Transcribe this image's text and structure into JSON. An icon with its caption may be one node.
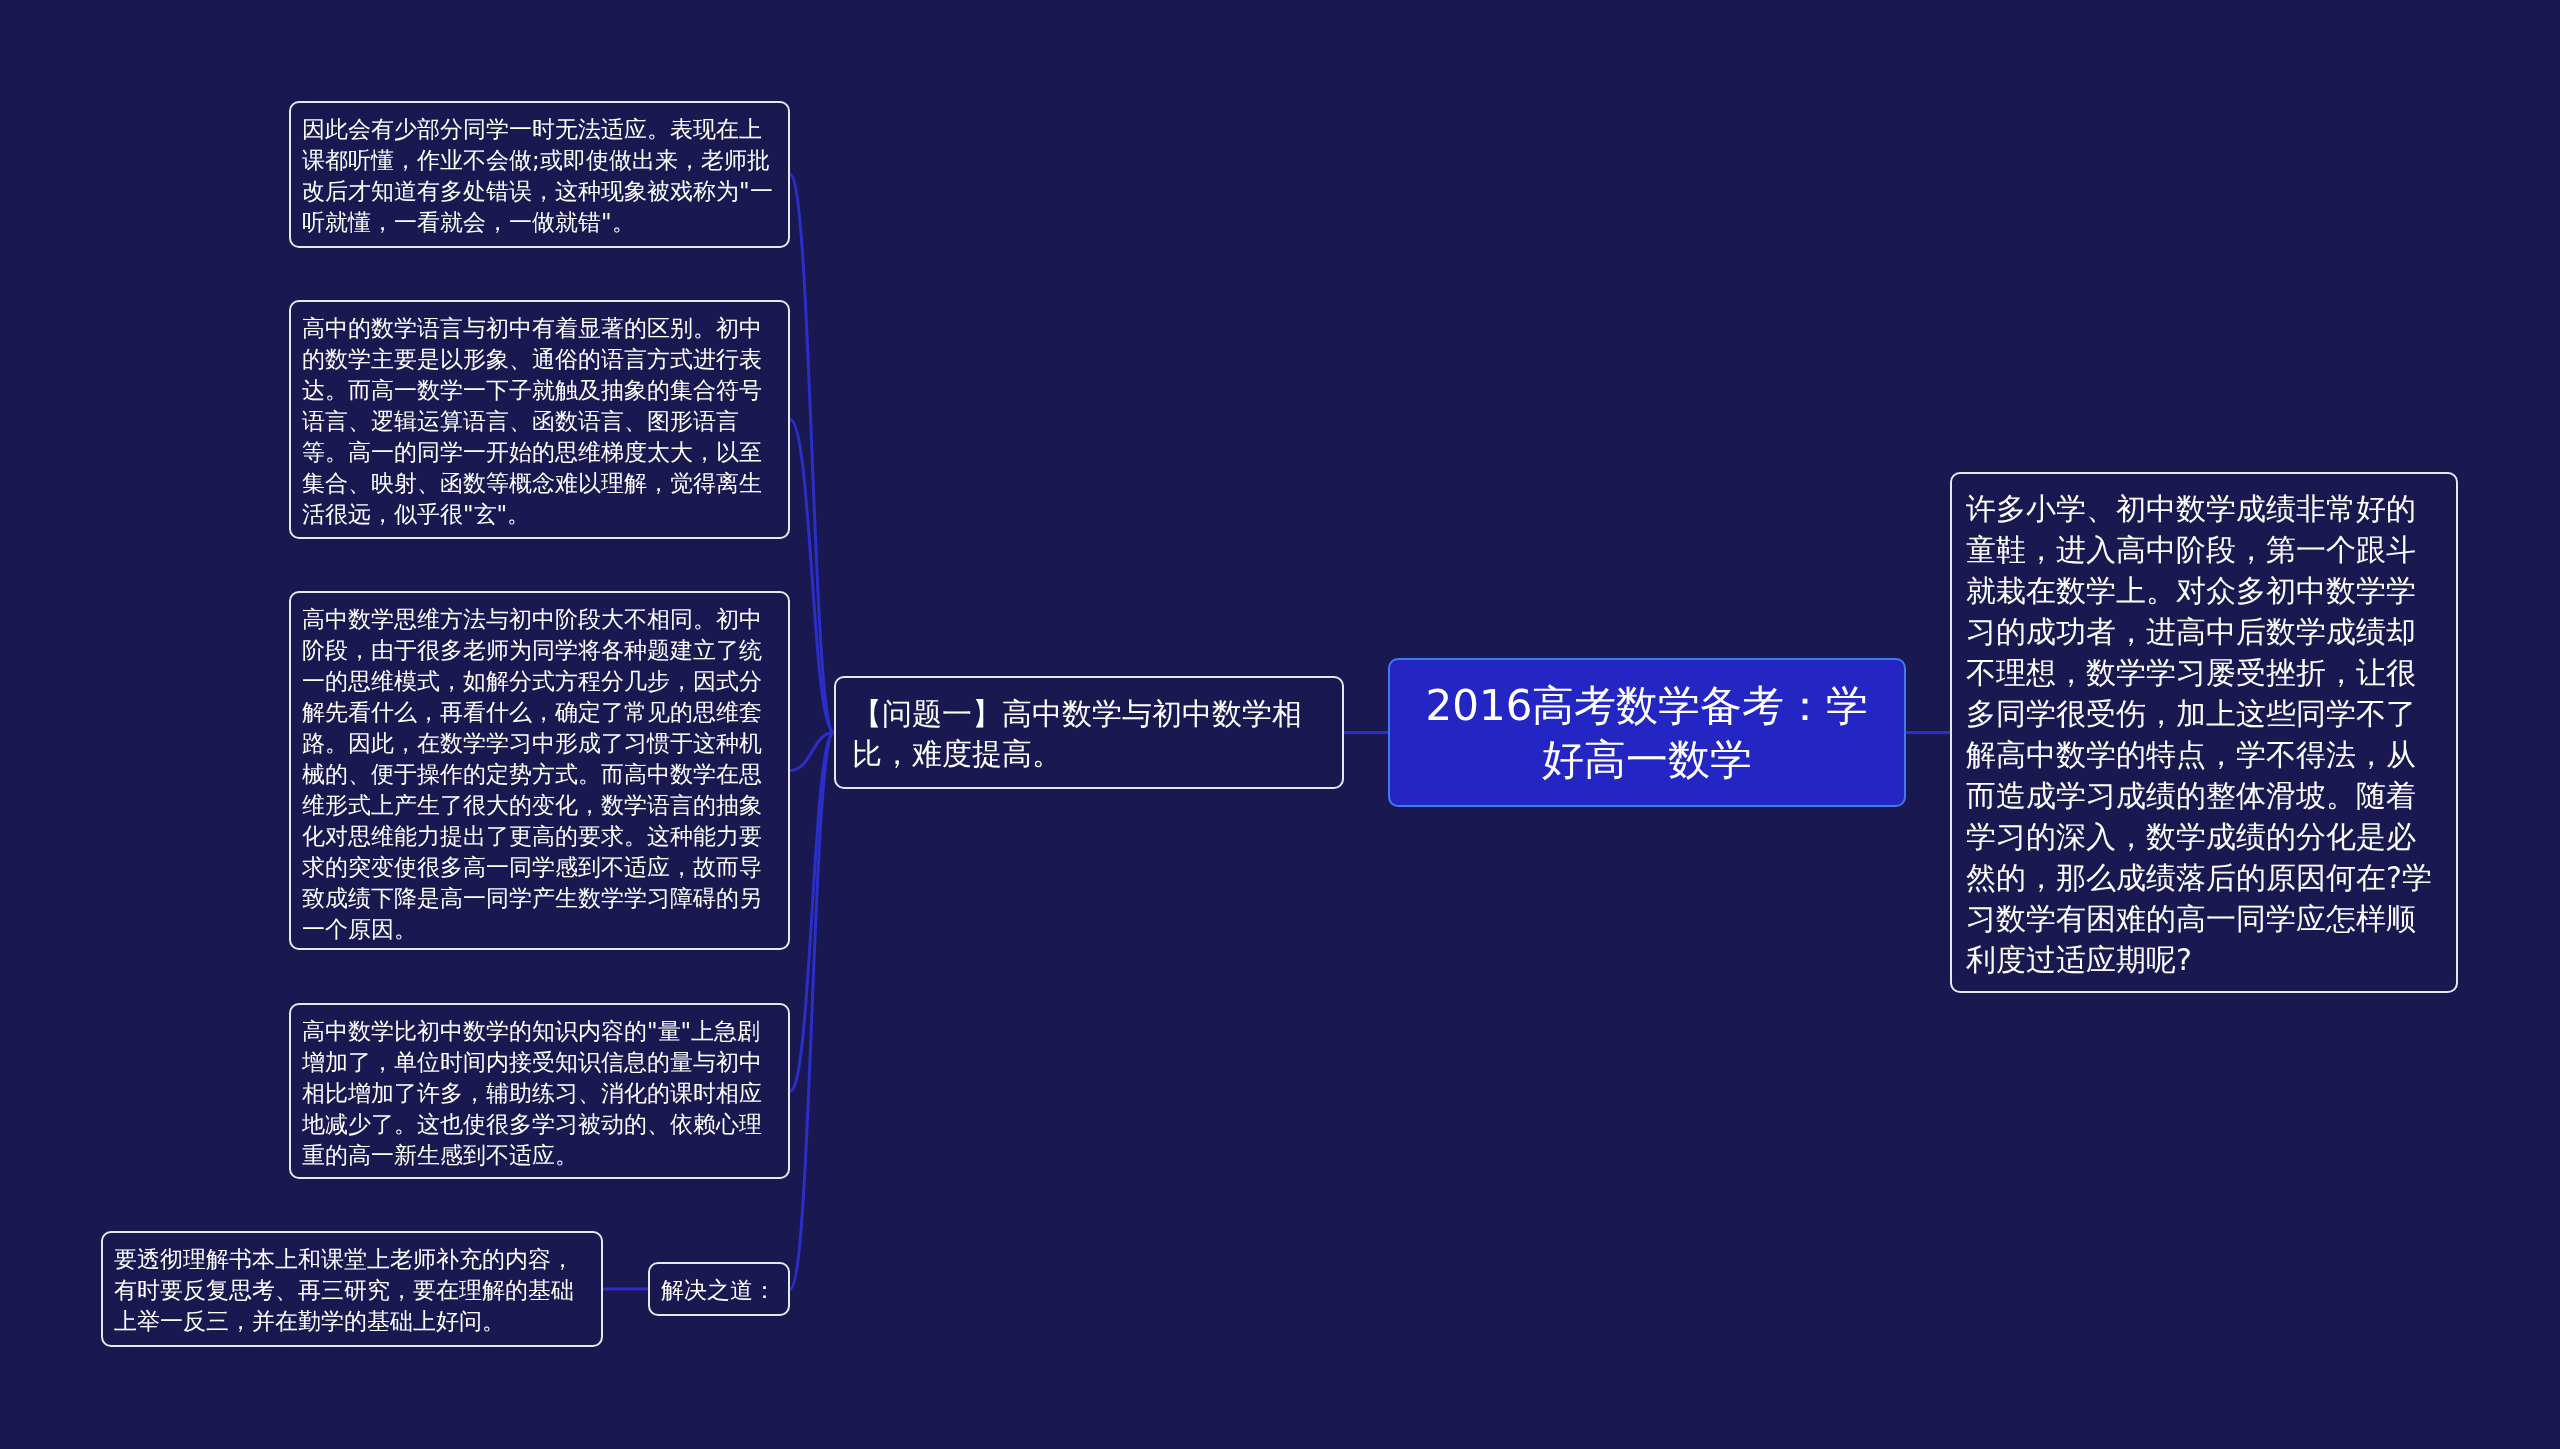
{
  "diagram": {
    "nodes": [
      {
        "text": [
          "2016高考数学备考：学好高一数学"
        ]
      },
      {
        "text": [
          "【问题一】高中数学与初中数学相比，难度提高。"
        ]
      },
      {
        "text": [
          "因此会有少部分同学一时无法适应。表现在上课都听懂，作业不会做;或即使做出来，老师批改后才知道有多处错误，这种现象被戏称为\"一听就懂，一看就会，一做就错\"。"
        ]
      },
      {
        "text": [
          "高中的数学语言与初中有着显著的区别。初中的数学主要是以形象、通俗的语言方式进行表达。而高一数学一下子就触及抽象的集合符号语言、逻辑运算语言、函数语言、图形语言等。高一的同学一开始的思维梯度太大，以至集合、映射、函数等概念难以理解，觉得离生活很远，似乎很\"玄\"。"
        ]
      },
      {
        "text": [
          "高中数学思维方法与初中阶段大不相同。初中阶段，由于很多老师为同学将各种题建立了统一的思维模式，如解分式方程分几步，因式分解先看什么，再看什么，确定了常见的思维套路。因此，在数学学习中形成了习惯于这种机械的、便于操作的定势方式。而高中数学在思维形式上产生了很大的变化，数学语言的抽象化对思维能力提出了更高的要求。这种能力要求的突变使很多高一同学感到不适应，故而导致成绩下降是高一同学产生数学学习障碍的另一个原因。"
        ]
      },
      {
        "text": [
          "高中数学比初中数学的知识内容的\"量\"上急剧增加了，单位时间内接受知识信息的量与初中相比增加了许多，辅助练习、消化的课时相应地减少了。这也使很多学习被动的、依赖心理重的高一新生感到不适应。"
        ]
      },
      {
        "text": [
          "解决之道："
        ]
      },
      {
        "text": [
          "要透彻理解书本上和课堂上老师补充的内容，有时要反复思考、再三研究，要在理解的基础上举一反三，并在勤学的基础上好问。"
        ]
      },
      {
        "text": [
          "许多小学、初中数学成绩非常好的童鞋，进入高中阶段，第一个跟斗就栽在数学上。对众多初中数学学习的成功者，进高中后数学成绩却不理想，数学学习屡受挫折，让很多同学很受伤，加上这些同学不了解高中数学的特点，学不得法，从而造成学习成绩的整体滑坡。随着学习的深入，数学成绩的分化是必然的，那么成绩落后的原因何在?学习数学有困难的高一同学应怎样顺利度过适应期呢?"
        ]
      }
    ],
    "edges": [
      {
        "from": 0,
        "to": 1,
        "arrow": "none"
      },
      {
        "from": 1,
        "to": 2,
        "arrow": "none"
      },
      {
        "from": 1,
        "to": 3,
        "arrow": "none"
      },
      {
        "from": 1,
        "to": 4,
        "arrow": "none"
      },
      {
        "from": 1,
        "to": 5,
        "arrow": "none"
      },
      {
        "from": 1,
        "to": 6,
        "arrow": "none"
      },
      {
        "from": 6,
        "to": 7,
        "arrow": "none"
      },
      {
        "from": 0,
        "to": 8,
        "arrow": "none"
      }
    ]
  }
}
